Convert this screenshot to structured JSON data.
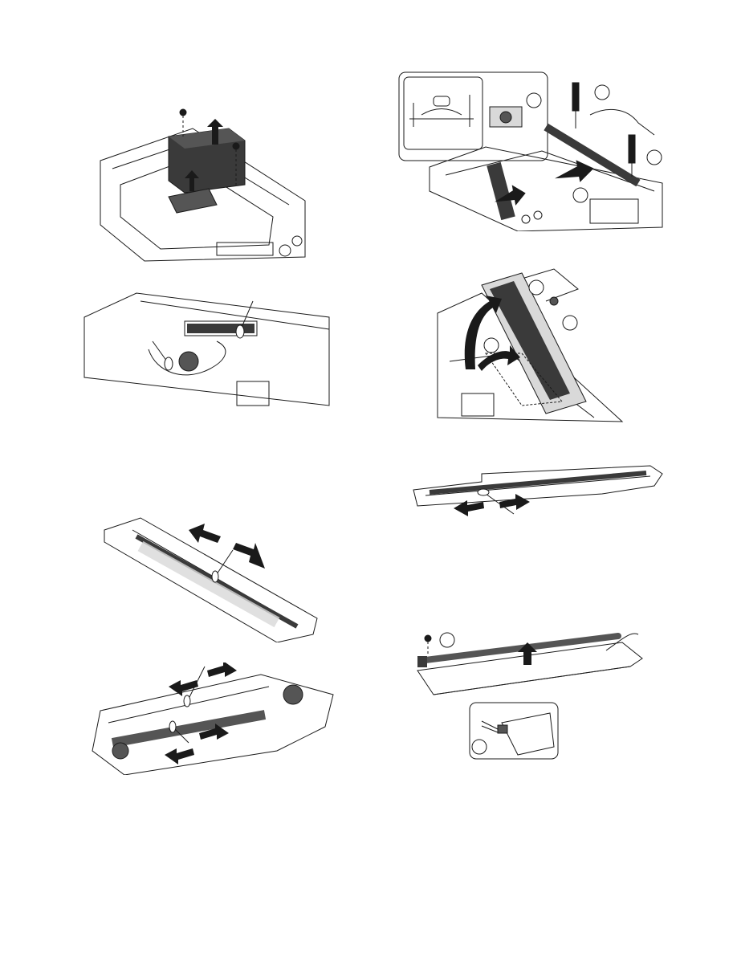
{
  "figures": [
    {
      "id": "fig-cover-removal",
      "callouts": []
    },
    {
      "id": "fig-lens-cleaning",
      "callouts": []
    },
    {
      "id": "fig-rail-cleaning",
      "callouts": []
    },
    {
      "id": "fig-roller-cleaning",
      "callouts": []
    },
    {
      "id": "fig-sensor-unit-slide",
      "callouts": [
        "",
        "",
        "",
        ""
      ]
    },
    {
      "id": "fig-sensor-unit-lift",
      "callouts": [
        "",
        "",
        ""
      ]
    },
    {
      "id": "fig-glass-cleaning",
      "callouts": []
    },
    {
      "id": "fig-lamp-removal",
      "callouts": [
        "",
        ""
      ]
    }
  ],
  "colors": {
    "line": "#1a1a1a",
    "shade": "#555555",
    "fill_dark": "#3a3a3a",
    "light": "#d9d9d9"
  }
}
